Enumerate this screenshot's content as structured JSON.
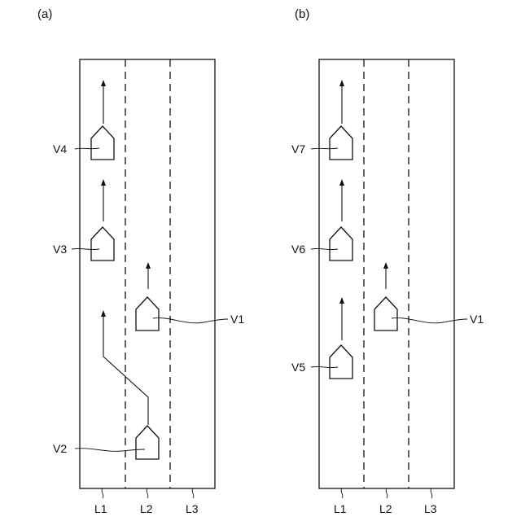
{
  "panels": [
    {
      "label": "(a)",
      "lanes": [
        "L1",
        "L2",
        "L3"
      ],
      "vehicles": [
        "V4",
        "V3",
        "V1",
        "V2"
      ]
    },
    {
      "label": "(b)",
      "lanes": [
        "L1",
        "L2",
        "L3"
      ],
      "vehicles": [
        "V7",
        "V6",
        "V1",
        "V5"
      ]
    }
  ]
}
